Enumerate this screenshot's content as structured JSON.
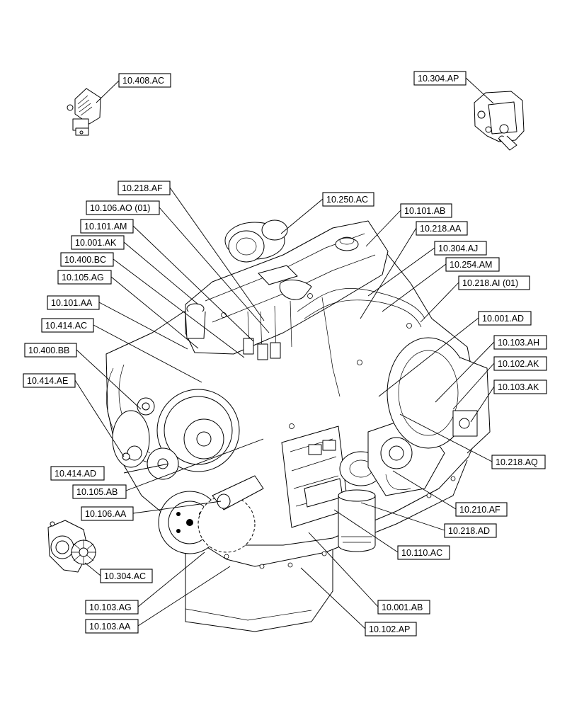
{
  "callouts": [
    {
      "id": "c-10408ac",
      "label": "10.408.AC"
    },
    {
      "id": "c-10304ap",
      "label": "10.304.AP"
    },
    {
      "id": "c-10218af",
      "label": "10.218.AF"
    },
    {
      "id": "c-10250ac",
      "label": "10.250.AC"
    },
    {
      "id": "c-10106ao",
      "label": "10.106.AO (01)"
    },
    {
      "id": "c-10101ab",
      "label": "10.101.AB"
    },
    {
      "id": "c-10101am",
      "label": "10.101.AM"
    },
    {
      "id": "c-10218aa",
      "label": "10.218.AA"
    },
    {
      "id": "c-10001ak",
      "label": "10.001.AK"
    },
    {
      "id": "c-10304aj",
      "label": "10.304.AJ"
    },
    {
      "id": "c-10400bc",
      "label": "10.400.BC"
    },
    {
      "id": "c-10254am",
      "label": "10.254.AM"
    },
    {
      "id": "c-10105ag",
      "label": "10.105.AG"
    },
    {
      "id": "c-10218ai",
      "label": "10.218.AI (01)"
    },
    {
      "id": "c-10101aa",
      "label": "10.101.AA"
    },
    {
      "id": "c-10001ad",
      "label": "10.001.AD"
    },
    {
      "id": "c-10414ac",
      "label": "10.414.AC"
    },
    {
      "id": "c-10103ah",
      "label": "10.103.AH"
    },
    {
      "id": "c-10400bb",
      "label": "10.400.BB"
    },
    {
      "id": "c-10102ak",
      "label": "10.102.AK"
    },
    {
      "id": "c-10414ae",
      "label": "10.414.AE"
    },
    {
      "id": "c-10103ak",
      "label": "10.103.AK"
    },
    {
      "id": "c-10218aq",
      "label": "10.218.AQ"
    },
    {
      "id": "c-10414ad",
      "label": "10.414.AD"
    },
    {
      "id": "c-10105ab",
      "label": "10.105.AB"
    },
    {
      "id": "c-10210af",
      "label": "10.210.AF"
    },
    {
      "id": "c-10106aa",
      "label": "10.106.AA"
    },
    {
      "id": "c-10218ad",
      "label": "10.218.AD"
    },
    {
      "id": "c-10110ac",
      "label": "10.110.AC"
    },
    {
      "id": "c-10304ac",
      "label": "10.304.AC"
    },
    {
      "id": "c-10001ab",
      "label": "10.001.AB"
    },
    {
      "id": "c-10103ag",
      "label": "10.103.AG"
    },
    {
      "id": "c-10102ap",
      "label": "10.102.AP"
    },
    {
      "id": "c-10103aa",
      "label": "10.103.AA"
    }
  ]
}
